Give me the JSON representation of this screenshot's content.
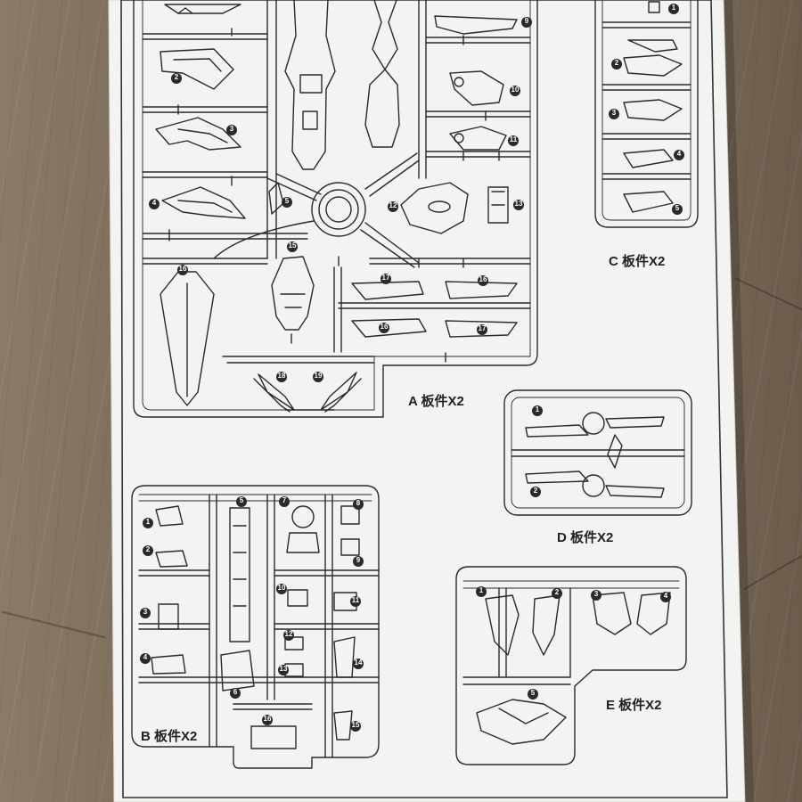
{
  "sheet": {
    "paper_color": "#f2f2f0",
    "ink_color": "#2a2a2a",
    "background": "wood-floor"
  },
  "panels": {
    "A": {
      "label": "A 板件X2",
      "part_numbers": [
        "2",
        "3",
        "4",
        "5",
        "9",
        "10",
        "11",
        "12",
        "13",
        "15",
        "16",
        "16",
        "17",
        "16",
        "17",
        "18",
        "19"
      ]
    },
    "B": {
      "label": "B 板件X2",
      "part_numbers": [
        "1",
        "2",
        "3",
        "4",
        "5",
        "6",
        "7",
        "8",
        "9",
        "10",
        "11",
        "12",
        "13",
        "14",
        "15",
        "16"
      ]
    },
    "C": {
      "label": "C 板件X2",
      "part_numbers": [
        "1",
        "2",
        "3",
        "4",
        "5"
      ]
    },
    "D": {
      "label": "D 板件X2",
      "part_numbers": [
        "1",
        "2"
      ]
    },
    "E": {
      "label": "E 板件X2",
      "part_numbers": [
        "1",
        "2",
        "3",
        "4",
        "5"
      ]
    }
  }
}
